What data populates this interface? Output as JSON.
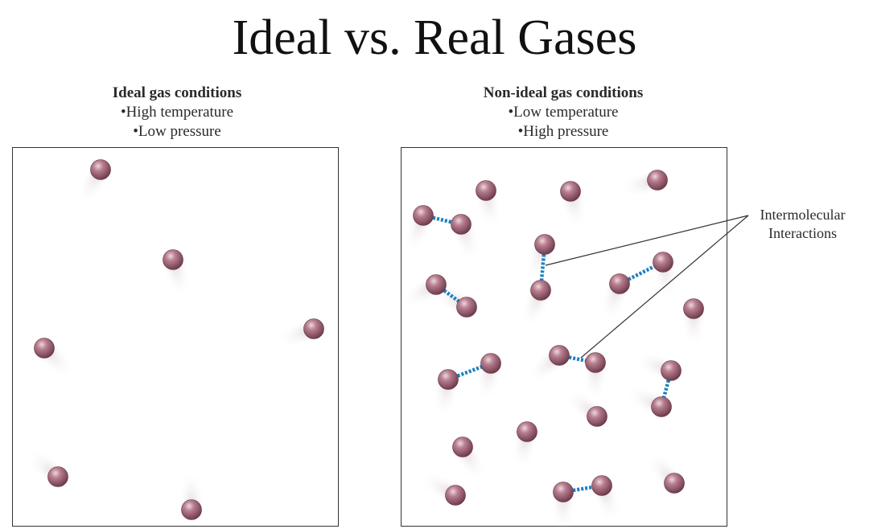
{
  "title": "Ideal vs. Real Gases",
  "ideal": {
    "heading": "Ideal gas conditions",
    "bullets": [
      "•High temperature",
      "•Low pressure"
    ]
  },
  "nonideal": {
    "heading": "Non-ideal gas conditions",
    "bullets": [
      "•Low temperature",
      "•High pressure"
    ]
  },
  "callout": {
    "line1": "Intermolecular",
    "line2": "Interactions"
  },
  "colors": {
    "molecule": "#9c5f72",
    "molecule_highlight": "#e8c3cd",
    "interaction": "#1d7fc0",
    "border": "#333333"
  }
}
